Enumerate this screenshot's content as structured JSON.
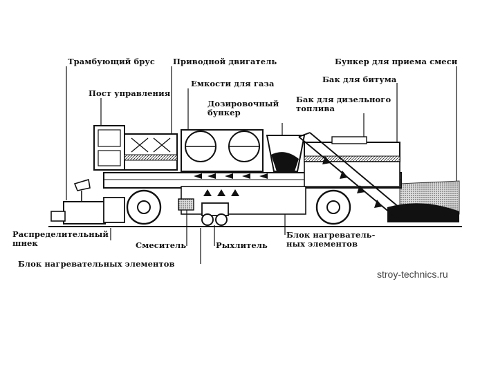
{
  "labels": {
    "tamper": "Трамбующий брус",
    "engine": "Приводной двигатель",
    "hopper": "Бункер для приема смеси",
    "control": "Пост управления",
    "gas": "Емкости для газа",
    "bitumen": "Бак для битума",
    "dosing": "Дозировочный\nбункер",
    "diesel": "Бак для дизельного\nтоплива",
    "auger": "Распределительный\nшнек",
    "mixer": "Смеситель",
    "ripper": "Рыхлитель",
    "heat_right": "Блок нагреватель-\nных элементов",
    "heat_left": "Блок нагревательных элементов"
  },
  "watermark": "stroy-technics.ru"
}
